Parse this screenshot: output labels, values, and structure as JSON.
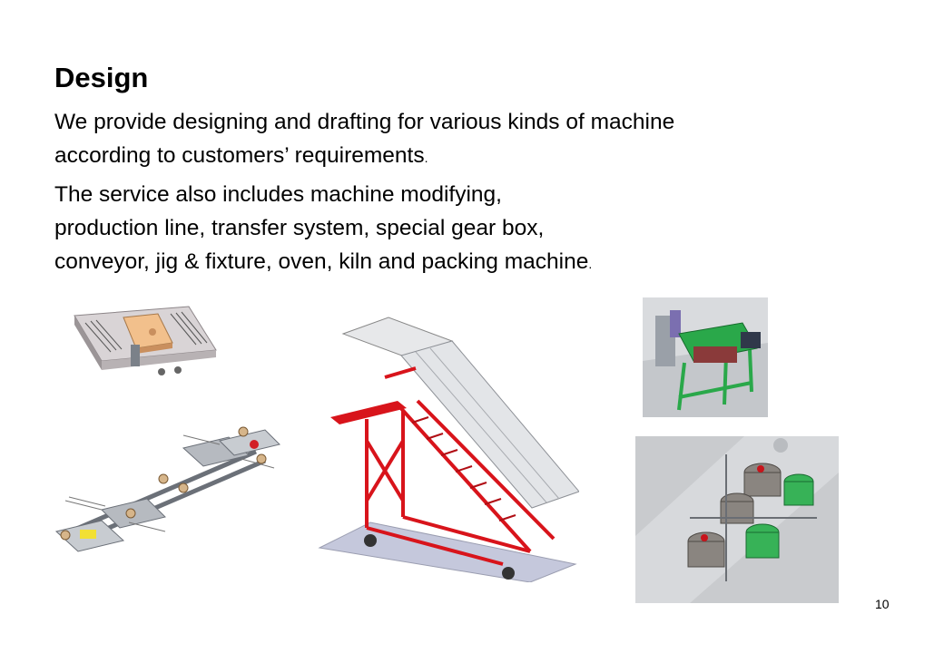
{
  "slide": {
    "title": "Design",
    "para1": {
      "line1": "We provide designing and drafting for various kinds of machine",
      "line2": "according to customers’ requirements",
      "end": "."
    },
    "para2": {
      "line1": "The service also includes machine modifying,",
      "line2": "production line, transfer system, special gear box,",
      "line3": "conveyor,  jig & fixture, oven, kiln and packing machine",
      "end": "."
    },
    "page_number": "10"
  },
  "colors": {
    "stair_red": "#e0141b",
    "machine_green": "#2aa84a",
    "tan_plate": "#f2c08c",
    "steel_grey": "#8a8f96"
  }
}
